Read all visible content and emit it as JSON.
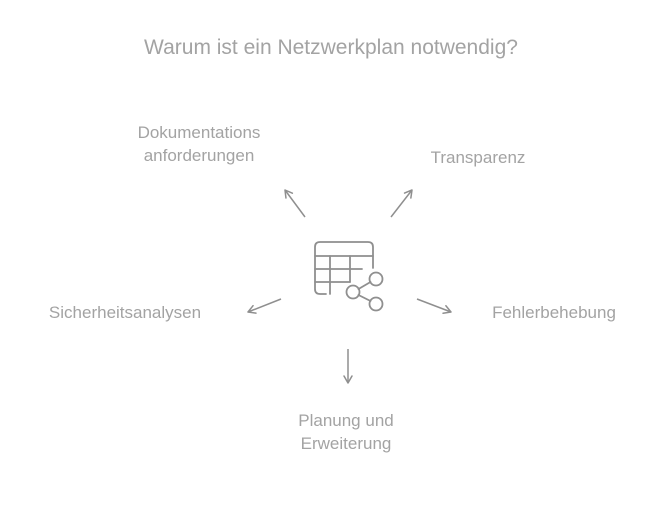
{
  "title": "Warum ist ein Netzwerkplan notwendig?",
  "center_icon": "network-table-share-icon",
  "branches": {
    "documentation": [
      "Dokumentations",
      "anforderungen"
    ],
    "transparency": [
      "Transparenz"
    ],
    "security": [
      "Sicherheitsanalysen"
    ],
    "troubleshooting": [
      "Fehlerbehebung"
    ],
    "planning": [
      "Planung und",
      "Erweiterung"
    ]
  },
  "colors": {
    "text": "#a3a3a3",
    "stroke": "#8f8f8f"
  }
}
